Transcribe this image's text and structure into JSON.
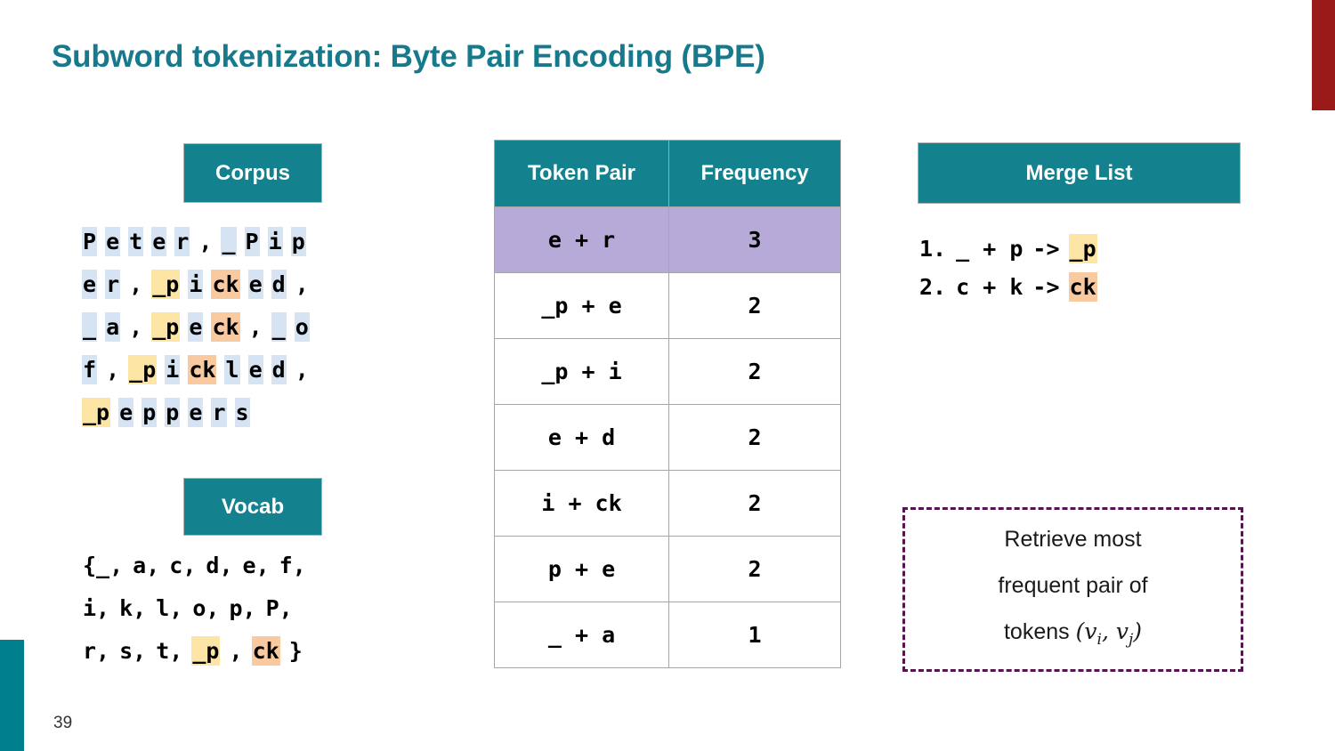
{
  "slide": {
    "title": "Subword tokenization: Byte Pair Encoding (BPE)",
    "page_number": "39",
    "accent_teal": "#14818f",
    "accent_red": "#9a1a1a",
    "highlight_blue": "#d5e3f2",
    "highlight_yellow": "#fde5a6",
    "highlight_peach": "#f9c9a0",
    "highlight_purple": "#b7aad8",
    "callout_border": "#57154f"
  },
  "corpus": {
    "header": "Corpus",
    "lines": [
      [
        {
          "t": "P",
          "h": "blue"
        },
        {
          "t": "e",
          "h": "blue"
        },
        {
          "t": "t",
          "h": "blue"
        },
        {
          "t": "e",
          "h": "blue"
        },
        {
          "t": "r",
          "h": "blue"
        },
        {
          "t": ",",
          "h": "none"
        },
        {
          "t": "_",
          "h": "blue"
        },
        {
          "t": "P",
          "h": "blue"
        },
        {
          "t": "i",
          "h": "blue"
        },
        {
          "t": "p",
          "h": "blue"
        }
      ],
      [
        {
          "t": "e",
          "h": "blue"
        },
        {
          "t": "r",
          "h": "blue"
        },
        {
          "t": ",",
          "h": "none"
        },
        {
          "t": "_p",
          "h": "yellow"
        },
        {
          "t": "i",
          "h": "blue"
        },
        {
          "t": "ck",
          "h": "peach"
        },
        {
          "t": "e",
          "h": "blue"
        },
        {
          "t": "d",
          "h": "blue"
        },
        {
          "t": ",",
          "h": "none"
        }
      ],
      [
        {
          "t": "_",
          "h": "blue"
        },
        {
          "t": "a",
          "h": "blue"
        },
        {
          "t": ",",
          "h": "none"
        },
        {
          "t": "_p",
          "h": "yellow"
        },
        {
          "t": "e",
          "h": "blue"
        },
        {
          "t": "ck",
          "h": "peach"
        },
        {
          "t": ",",
          "h": "none"
        },
        {
          "t": "_",
          "h": "blue"
        },
        {
          "t": "o",
          "h": "blue"
        }
      ],
      [
        {
          "t": "f",
          "h": "blue"
        },
        {
          "t": ",",
          "h": "none"
        },
        {
          "t": "_p",
          "h": "yellow"
        },
        {
          "t": "i",
          "h": "blue"
        },
        {
          "t": "ck",
          "h": "peach"
        },
        {
          "t": "l",
          "h": "blue"
        },
        {
          "t": "e",
          "h": "blue"
        },
        {
          "t": "d",
          "h": "blue"
        },
        {
          "t": ",",
          "h": "none"
        }
      ],
      [
        {
          "t": "_p",
          "h": "yellow"
        },
        {
          "t": "e",
          "h": "blue"
        },
        {
          "t": "p",
          "h": "blue"
        },
        {
          "t": "p",
          "h": "blue"
        },
        {
          "t": "e",
          "h": "blue"
        },
        {
          "t": "r",
          "h": "blue"
        },
        {
          "t": "s",
          "h": "blue"
        }
      ]
    ]
  },
  "vocab": {
    "header": "Vocab",
    "lines": [
      [
        {
          "t": "{_,",
          "h": "none"
        },
        {
          "t": "a,",
          "h": "none"
        },
        {
          "t": "c,",
          "h": "none"
        },
        {
          "t": "d,",
          "h": "none"
        },
        {
          "t": "e,",
          "h": "none"
        },
        {
          "t": "f,",
          "h": "none"
        }
      ],
      [
        {
          "t": "i,",
          "h": "none"
        },
        {
          "t": "k,",
          "h": "none"
        },
        {
          "t": "l,",
          "h": "none"
        },
        {
          "t": "o,",
          "h": "none"
        },
        {
          "t": "p,",
          "h": "none"
        },
        {
          "t": "P,",
          "h": "none"
        }
      ],
      [
        {
          "t": "r,",
          "h": "none"
        },
        {
          "t": "s,",
          "h": "none"
        },
        {
          "t": "t,",
          "h": "none"
        },
        {
          "t": "_p",
          "h": "yellow"
        },
        {
          "t": ",",
          "h": "none"
        },
        {
          "t": "ck",
          "h": "peach"
        },
        {
          "t": "}",
          "h": "none"
        }
      ]
    ]
  },
  "frequency_table": {
    "columns": [
      "Token Pair",
      "Frequency"
    ],
    "rows": [
      {
        "pair": "e + r",
        "pair_parts": [
          {
            "t": "e + r",
            "h": "none"
          }
        ],
        "frequency": "3",
        "highlighted": true
      },
      {
        "pair": "_p + e",
        "pair_parts": [
          {
            "t": "_p + e",
            "h": "none"
          }
        ],
        "frequency": "2",
        "highlighted": false
      },
      {
        "pair": "_p + i",
        "pair_parts": [
          {
            "t": "_p + i",
            "h": "none"
          }
        ],
        "frequency": "2",
        "highlighted": false
      },
      {
        "pair": "e + d",
        "pair_parts": [
          {
            "t": "e + d",
            "h": "none"
          }
        ],
        "frequency": "2",
        "highlighted": false
      },
      {
        "pair": "i + ck",
        "pair_parts": [
          {
            "t": "i + ck",
            "h": "none"
          }
        ],
        "frequency": "2",
        "highlighted": false
      },
      {
        "pair": "p + e",
        "pair_parts": [
          {
            "t": "p + e",
            "h": "none"
          }
        ],
        "frequency": "2",
        "highlighted": false
      },
      {
        "pair": "_ + a",
        "pair_parts": [
          {
            "t": "_ + a",
            "h": "none"
          }
        ],
        "frequency": "1",
        "highlighted": false
      }
    ]
  },
  "merge_list": {
    "header": "Merge List",
    "lines": [
      [
        {
          "t": "1.",
          "h": "none"
        },
        {
          "t": "_ + p",
          "h": "none"
        },
        {
          "t": "->",
          "h": "none"
        },
        {
          "t": "_p",
          "h": "yellow"
        }
      ],
      [
        {
          "t": "2.",
          "h": "none"
        },
        {
          "t": "c + k",
          "h": "none"
        },
        {
          "t": "->",
          "h": "none"
        },
        {
          "t": "ck",
          "h": "peach"
        }
      ]
    ]
  },
  "callout": {
    "line1": "Retrieve most",
    "line2": "frequent pair of",
    "line3_prefix": "tokens",
    "line3_math": "(vi, vj)"
  }
}
